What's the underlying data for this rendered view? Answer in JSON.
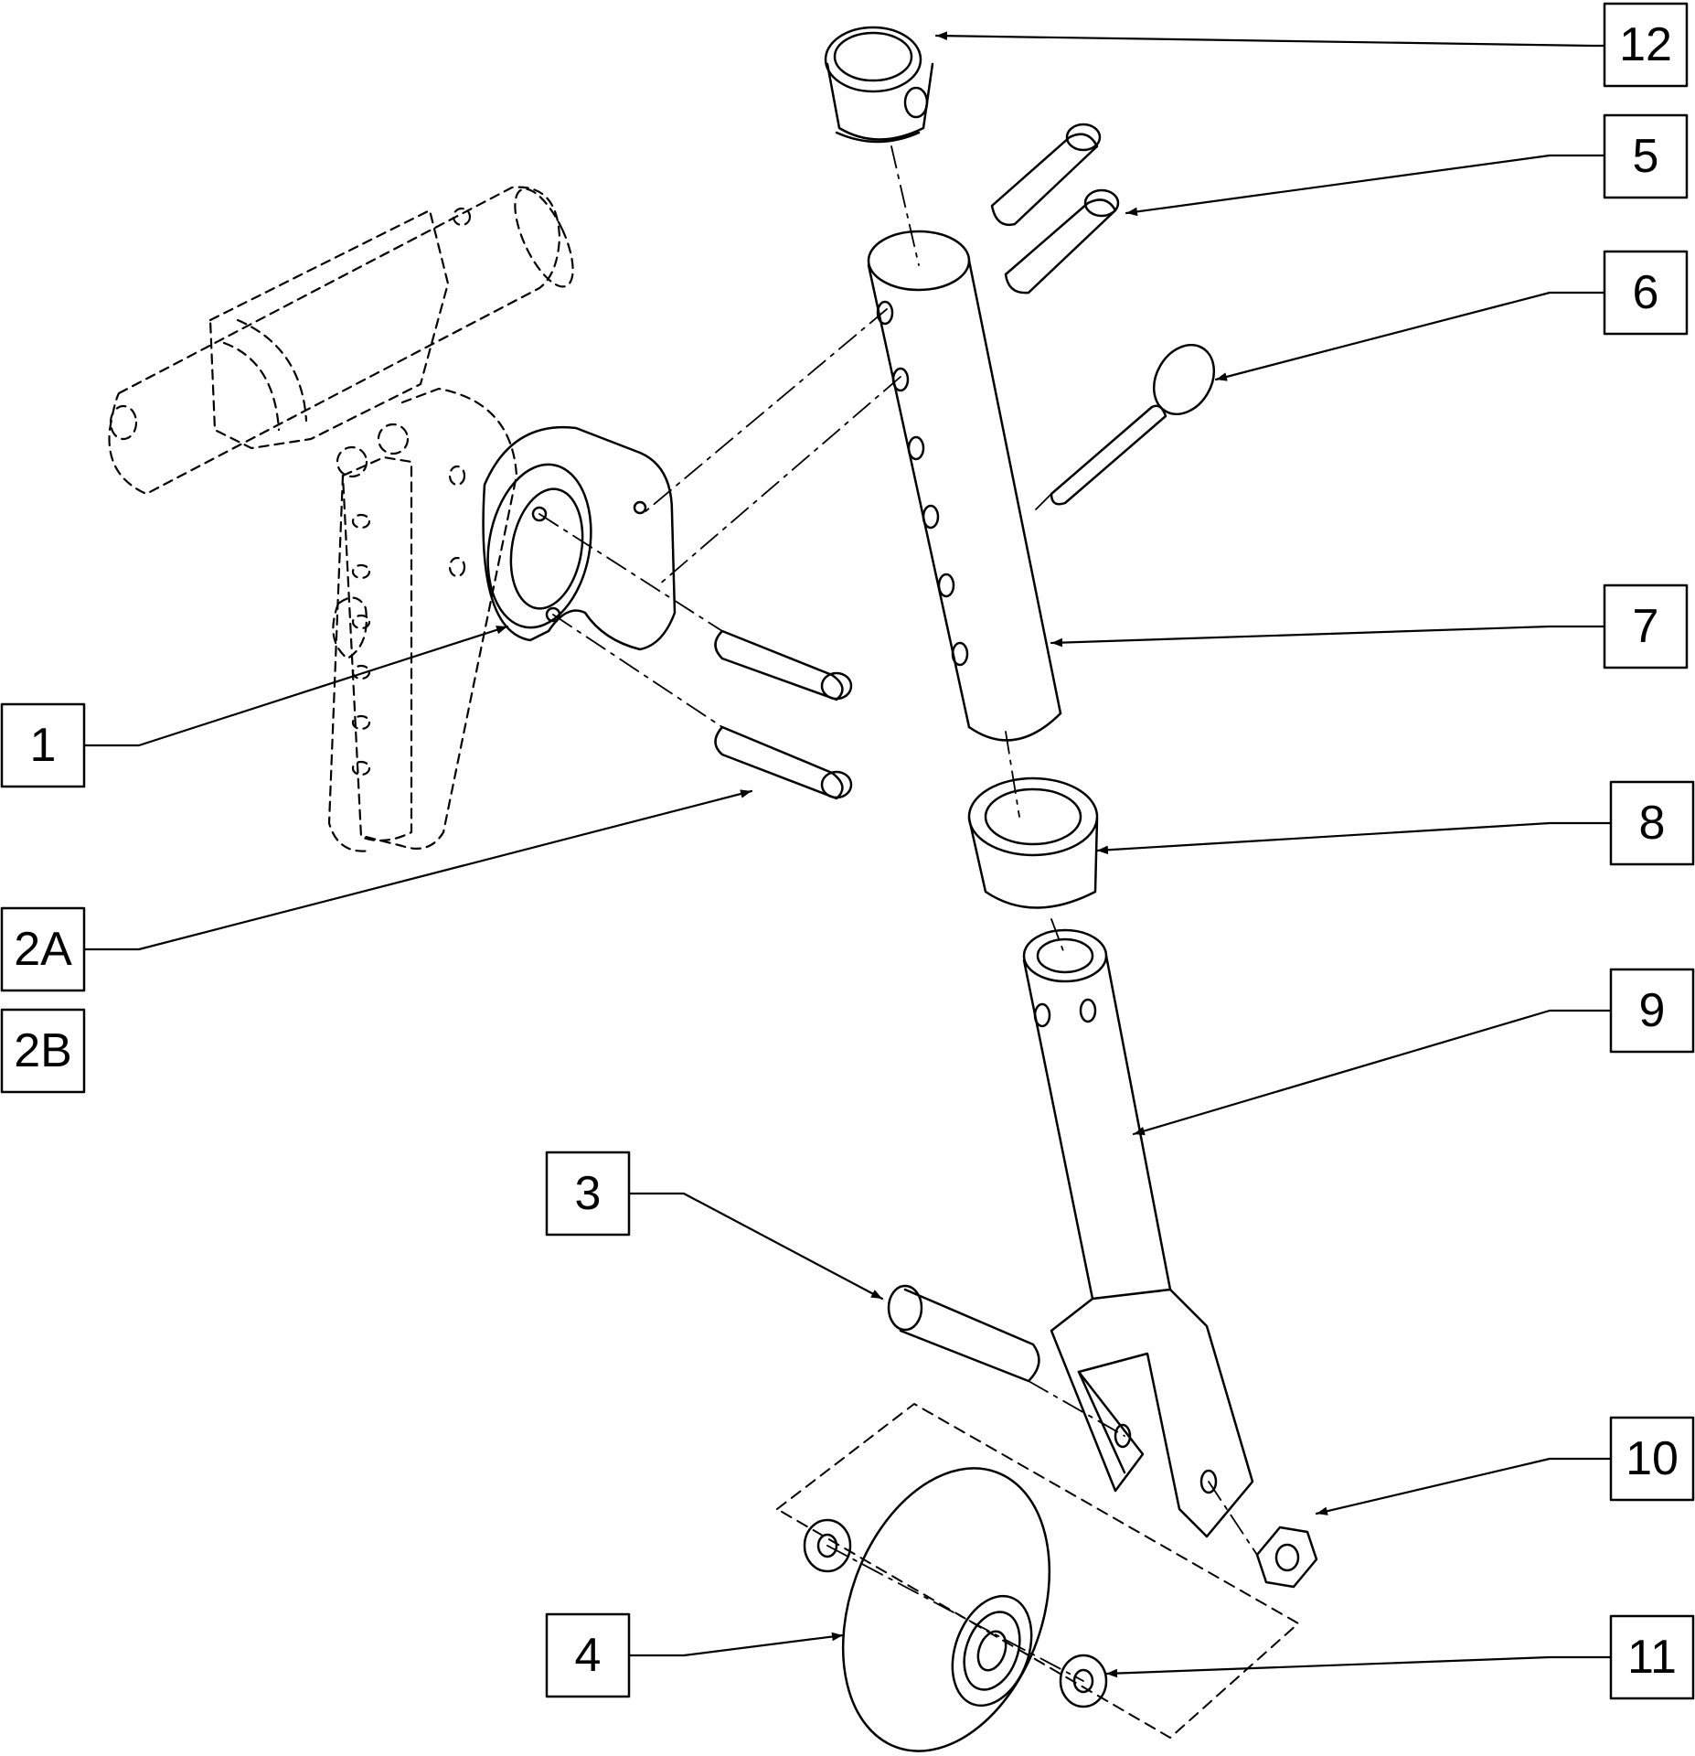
{
  "diagram": {
    "callouts": [
      {
        "id": "12",
        "text": "12"
      },
      {
        "id": "5",
        "text": "5"
      },
      {
        "id": "6",
        "text": "6"
      },
      {
        "id": "7",
        "text": "7"
      },
      {
        "id": "8",
        "text": "8"
      },
      {
        "id": "9",
        "text": "9"
      },
      {
        "id": "10",
        "text": "10"
      },
      {
        "id": "11",
        "text": "11"
      },
      {
        "id": "1",
        "text": "1"
      },
      {
        "id": "2A",
        "text": "2A"
      },
      {
        "id": "2B",
        "text": "2B"
      },
      {
        "id": "3",
        "text": "3"
      },
      {
        "id": "4",
        "text": "4"
      }
    ]
  }
}
